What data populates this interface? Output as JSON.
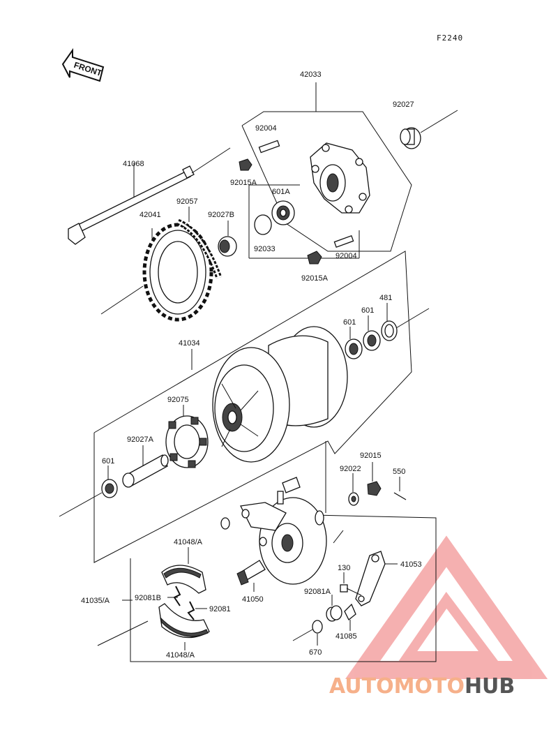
{
  "figure_code": "F2240",
  "front_label": "FRONT",
  "watermark": {
    "part1": "AUTOMOTO",
    "part2": "HUB",
    "color1": "#f6b08a",
    "color2": "#555555",
    "logo_color": "#f4a3a3"
  },
  "labels": {
    "p42033": "42033",
    "p92027": "92027",
    "p92004a": "92004",
    "p92015Aa": "92015A",
    "p41068": "41068",
    "p92057": "92057",
    "p42041": "42041",
    "p92027B": "92027B",
    "p601A": "601A",
    "p92033": "92033",
    "p92004b": "92004",
    "p92015Ab": "92015A",
    "p481": "481",
    "p601a": "601",
    "p601b": "601",
    "p41034": "41034",
    "p92075": "92075",
    "p92027A": "92027A",
    "p601c": "601",
    "p92015": "92015",
    "p92022": "92022",
    "p550": "550",
    "p41048a": "41048/A",
    "p41053": "41053",
    "p130": "130",
    "p41035": "41035/A",
    "p92081B": "92081B",
    "p92081": "92081",
    "p41050": "41050",
    "p92081A": "92081A",
    "p41085": "41085",
    "p670": "670",
    "p41048b": "41048/A"
  }
}
